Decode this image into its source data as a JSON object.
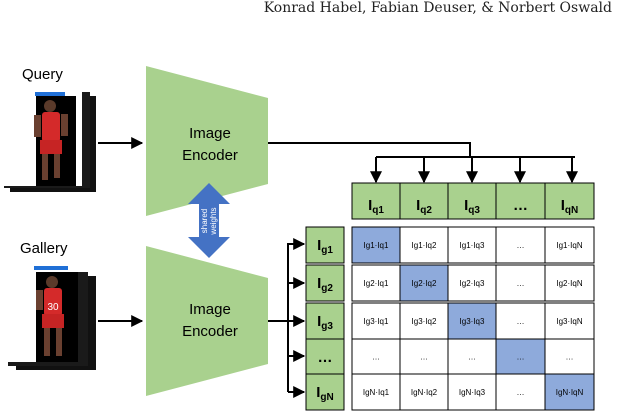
{
  "header": {
    "authors": "Konrad Habel, Fabian Deuser, & Norbert Oswald"
  },
  "labels": {
    "query": "Query",
    "gallery": "Gallery"
  },
  "encoders": [
    {
      "line1": "Image",
      "line2": "Encoder"
    },
    {
      "line1": "Image",
      "line2": "Encoder"
    }
  ],
  "shared_weights": {
    "line1": "shared",
    "line2": "weights"
  },
  "query_features": [
    {
      "main": "I",
      "sub": "q1"
    },
    {
      "main": "I",
      "sub": "q2"
    },
    {
      "main": "I",
      "sub": "q3"
    },
    {
      "main": "…",
      "sub": ""
    },
    {
      "main": "I",
      "sub": "qN"
    }
  ],
  "gallery_features": [
    {
      "main": "I",
      "sub": "g1"
    },
    {
      "main": "I",
      "sub": "g2"
    },
    {
      "main": "I",
      "sub": "g3"
    },
    {
      "main": "…",
      "sub": ""
    },
    {
      "main": "I",
      "sub": "gN"
    }
  ],
  "matrix": {
    "rows": [
      [
        "Ig1·Iq1",
        "Ig1·Iq2",
        "Ig1·Iq3",
        "…",
        "Ig1·IqN"
      ],
      [
        "Ig2·Iq1",
        "Ig2·Iq2",
        "Ig2·Iq3",
        "…",
        "Ig2·IqN"
      ],
      [
        "Ig3·Iq1",
        "Ig3·Iq2",
        "Ig3·Iq3",
        "…",
        "Ig3·IqN"
      ],
      [
        "…",
        "…",
        "…",
        "…",
        "…"
      ],
      [
        "IgN·Iq1",
        "IgN·Iq2",
        "IgN·Iq3",
        "…",
        "IgN·IqN"
      ]
    ],
    "highlight_color": "#8eaadb"
  },
  "colors": {
    "encoder_fill": "#a9d18e",
    "feature_fill": "#a9d18e",
    "shared_arrow": "#4472c4",
    "jersey": "#d42a2a"
  }
}
